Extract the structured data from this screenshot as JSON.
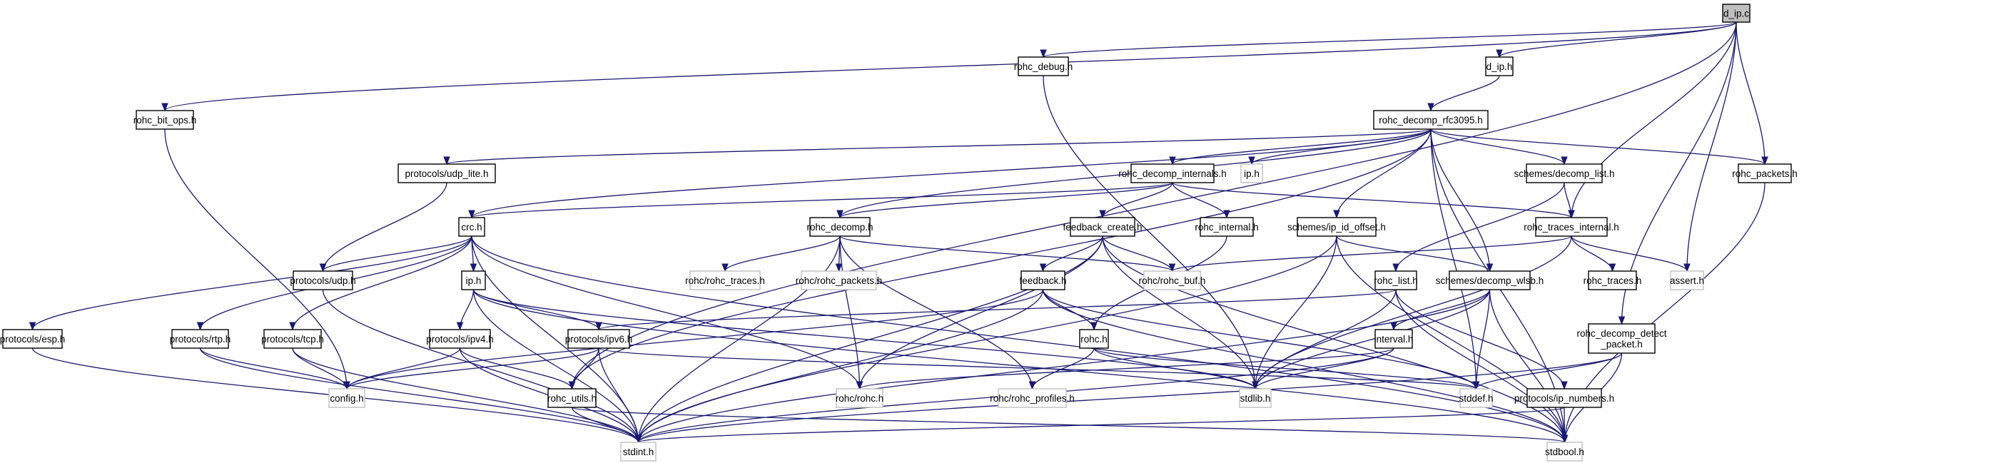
{
  "title": "d_ip.c include dependency graph",
  "colors": {
    "edge": "#191970",
    "root_fill": "#bfbfbf",
    "local_border": "#000000",
    "external_border": "#bfbfbf"
  },
  "nodes": [
    {
      "id": "d_ip_c",
      "label": "d_ip.c",
      "kind": "root"
    },
    {
      "id": "rohc_bit_ops_h",
      "label": "rohc_bit_ops.h",
      "kind": "local"
    },
    {
      "id": "rohc_debug_h",
      "label": "rohc_debug.h",
      "kind": "local"
    },
    {
      "id": "d_ip_h",
      "label": "d_ip.h",
      "kind": "local"
    },
    {
      "id": "rohc_decomp_rfc3095_h",
      "label": "rohc_decomp_rfc3095.h",
      "kind": "local"
    },
    {
      "id": "protocols_udp_lite_h",
      "label": "protocols/udp_lite.h",
      "kind": "local"
    },
    {
      "id": "rohc_decomp_internals_h",
      "label": "rohc_decomp_internals.h",
      "kind": "local"
    },
    {
      "id": "ip_h_ext",
      "label": "ip.h",
      "kind": "external"
    },
    {
      "id": "schemes_decomp_list_h",
      "label": "schemes/decomp_list.h",
      "kind": "local"
    },
    {
      "id": "rohc_packets_h",
      "label": "rohc_packets.h",
      "kind": "local"
    },
    {
      "id": "crc_h",
      "label": "crc.h",
      "kind": "local"
    },
    {
      "id": "rohc_decomp_h",
      "label": "rohc_decomp.h",
      "kind": "local"
    },
    {
      "id": "feedback_create_h",
      "label": "feedback_create.h",
      "kind": "local"
    },
    {
      "id": "rohc_internal_h",
      "label": "rohc_internal.h",
      "kind": "local"
    },
    {
      "id": "schemes_ip_id_offset_h",
      "label": "schemes/ip_id_offset.h",
      "kind": "local"
    },
    {
      "id": "rohc_traces_internal_h",
      "label": "rohc_traces_internal.h",
      "kind": "local"
    },
    {
      "id": "protocols_udp_h",
      "label": "protocols/udp.h",
      "kind": "local"
    },
    {
      "id": "ip_h",
      "label": "ip.h",
      "kind": "local"
    },
    {
      "id": "rohc_rohc_traces_h",
      "label": "rohc/rohc_traces.h",
      "kind": "external"
    },
    {
      "id": "rohc_rohc_packets_h",
      "label": "rohc/rohc_packets.h",
      "kind": "external"
    },
    {
      "id": "feedback_h",
      "label": "feedback.h",
      "kind": "local"
    },
    {
      "id": "rohc_rohc_buf_h",
      "label": "rohc/rohc_buf.h",
      "kind": "external"
    },
    {
      "id": "rohc_list_h",
      "label": "rohc_list.h",
      "kind": "local"
    },
    {
      "id": "schemes_decomp_wlsb_h",
      "label": "schemes/decomp_wlsb.h",
      "kind": "local"
    },
    {
      "id": "rohc_traces_h",
      "label": "rohc_traces.h",
      "kind": "local"
    },
    {
      "id": "assert_h",
      "label": "assert.h",
      "kind": "external"
    },
    {
      "id": "protocols_esp_h",
      "label": "protocols/esp.h",
      "kind": "local"
    },
    {
      "id": "protocols_rtp_h",
      "label": "protocols/rtp.h",
      "kind": "local"
    },
    {
      "id": "protocols_tcp_h",
      "label": "protocols/tcp.h",
      "kind": "local"
    },
    {
      "id": "protocols_ipv4_h",
      "label": "protocols/ipv4.h",
      "kind": "local"
    },
    {
      "id": "protocols_ipv6_h",
      "label": "protocols/ipv6.h",
      "kind": "local"
    },
    {
      "id": "rohc_h",
      "label": "rohc.h",
      "kind": "local"
    },
    {
      "id": "interval_h",
      "label": "interval.h",
      "kind": "local"
    },
    {
      "id": "rohc_decomp_detect_packet_h",
      "label": "rohc_decomp_detect\n_packet.h",
      "kind": "local"
    },
    {
      "id": "config_h",
      "label": "config.h",
      "kind": "external"
    },
    {
      "id": "rohc_utils_h",
      "label": "rohc_utils.h",
      "kind": "local"
    },
    {
      "id": "rohc_rohc_h",
      "label": "rohc/rohc.h",
      "kind": "external"
    },
    {
      "id": "rohc_rohc_profiles_h",
      "label": "rohc/rohc_profiles.h",
      "kind": "external"
    },
    {
      "id": "stdlib_h",
      "label": "stdlib.h",
      "kind": "external"
    },
    {
      "id": "stddef_h",
      "label": "stddef.h",
      "kind": "external"
    },
    {
      "id": "protocols_ip_numbers_h",
      "label": "protocols/ip_numbers.h",
      "kind": "local"
    },
    {
      "id": "stdint_h",
      "label": "stdint.h",
      "kind": "external"
    },
    {
      "id": "stdbool_h",
      "label": "stdbool.h",
      "kind": "external"
    }
  ],
  "edges": [
    [
      "d_ip_c",
      "rohc_bit_ops_h"
    ],
    [
      "d_ip_c",
      "rohc_debug_h"
    ],
    [
      "d_ip_c",
      "d_ip_h"
    ],
    [
      "d_ip_c",
      "rohc_traces_internal_h"
    ],
    [
      "d_ip_c",
      "rohc_packets_h"
    ],
    [
      "d_ip_c",
      "assert_h"
    ],
    [
      "d_ip_c",
      "rohc_decomp_detect_packet_h"
    ],
    [
      "d_ip_c",
      "rohc_utils_h"
    ],
    [
      "rohc_bit_ops_h",
      "config_h"
    ],
    [
      "rohc_debug_h",
      "stdlib_h"
    ],
    [
      "d_ip_h",
      "rohc_decomp_rfc3095_h"
    ],
    [
      "rohc_decomp_rfc3095_h",
      "protocols_udp_lite_h"
    ],
    [
      "rohc_decomp_rfc3095_h",
      "crc_h"
    ],
    [
      "rohc_decomp_rfc3095_h",
      "rohc_decomp_h"
    ],
    [
      "rohc_decomp_rfc3095_h",
      "rohc_decomp_internals_h"
    ],
    [
      "rohc_decomp_rfc3095_h",
      "ip_h_ext"
    ],
    [
      "rohc_decomp_rfc3095_h",
      "schemes_ip_id_offset_h"
    ],
    [
      "rohc_decomp_rfc3095_h",
      "schemes_decomp_list_h"
    ],
    [
      "rohc_decomp_rfc3095_h",
      "schemes_decomp_wlsb_h"
    ],
    [
      "rohc_decomp_rfc3095_h",
      "rohc_packets_h"
    ],
    [
      "rohc_decomp_rfc3095_h",
      "rohc_utils_h"
    ],
    [
      "rohc_decomp_rfc3095_h",
      "stddef_h"
    ],
    [
      "rohc_decomp_rfc3095_h",
      "stdbool_h"
    ],
    [
      "protocols_udp_lite_h",
      "protocols_udp_h"
    ],
    [
      "rohc_decomp_internals_h",
      "crc_h"
    ],
    [
      "rohc_decomp_internals_h",
      "rohc_decomp_h"
    ],
    [
      "rohc_decomp_internals_h",
      "feedback_create_h"
    ],
    [
      "rohc_decomp_internals_h",
      "rohc_internal_h"
    ],
    [
      "rohc_decomp_internals_h",
      "rohc_traces_internal_h"
    ],
    [
      "schemes_decomp_list_h",
      "rohc_traces_internal_h"
    ],
    [
      "schemes_decomp_list_h",
      "rohc_list_h"
    ],
    [
      "rohc_packets_h",
      "stdbool_h"
    ],
    [
      "crc_h",
      "protocols_udp_h"
    ],
    [
      "crc_h",
      "ip_h"
    ],
    [
      "crc_h",
      "protocols_esp_h"
    ],
    [
      "crc_h",
      "protocols_rtp_h"
    ],
    [
      "crc_h",
      "protocols_tcp_h"
    ],
    [
      "crc_h",
      "stdint_h"
    ],
    [
      "crc_h",
      "stdbool_h"
    ],
    [
      "crc_h",
      "rohc_rohc_h"
    ],
    [
      "rohc_decomp_h",
      "rohc_rohc_traces_h"
    ],
    [
      "rohc_decomp_h",
      "rohc_rohc_packets_h"
    ],
    [
      "rohc_decomp_h",
      "rohc_rohc_buf_h"
    ],
    [
      "rohc_decomp_h",
      "rohc_rohc_h"
    ],
    [
      "rohc_decomp_h",
      "rohc_rohc_profiles_h"
    ],
    [
      "rohc_decomp_h",
      "stdint_h"
    ],
    [
      "feedback_create_h",
      "feedback_h"
    ],
    [
      "feedback_create_h",
      "rohc_rohc_buf_h"
    ],
    [
      "feedback_create_h",
      "stdlib_h"
    ],
    [
      "feedback_create_h",
      "stdint_h"
    ],
    [
      "feedback_create_h",
      "stdbool_h"
    ],
    [
      "feedback_create_h",
      "rohc_rohc_h"
    ],
    [
      "rohc_internal_h",
      "rohc_h"
    ],
    [
      "schemes_ip_id_offset_h",
      "schemes_decomp_wlsb_h"
    ],
    [
      "schemes_ip_id_offset_h",
      "stdlib_h"
    ],
    [
      "schemes_ip_id_offset_h",
      "stdint_h"
    ],
    [
      "schemes_ip_id_offset_h",
      "stdbool_h"
    ],
    [
      "rohc_traces_internal_h",
      "rohc_traces_h"
    ],
    [
      "rohc_traces_internal_h",
      "assert_h"
    ],
    [
      "rohc_traces_internal_h",
      "rohc_rohc_buf_h"
    ],
    [
      "rohc_traces_internal_h",
      "stdlib_h"
    ],
    [
      "protocols_udp_h",
      "stdint_h"
    ],
    [
      "ip_h",
      "protocols_ipv4_h"
    ],
    [
      "ip_h",
      "protocols_ipv6_h"
    ],
    [
      "ip_h",
      "stdint_h"
    ],
    [
      "ip_h",
      "stdbool_h"
    ],
    [
      "ip_h",
      "stdlib_h"
    ],
    [
      "feedback_h",
      "rohc_h"
    ],
    [
      "feedback_h",
      "config_h"
    ],
    [
      "feedback_h",
      "stdint_h"
    ],
    [
      "feedback_h",
      "stdbool_h"
    ],
    [
      "feedback_h",
      "stddef_h"
    ],
    [
      "rohc_list_h",
      "protocols_ipv6_h"
    ],
    [
      "rohc_list_h",
      "protocols_ip_numbers_h"
    ],
    [
      "rohc_list_h",
      "stdlib_h"
    ],
    [
      "rohc_list_h",
      "stdbool_h"
    ],
    [
      "schemes_decomp_wlsb_h",
      "interval_h"
    ],
    [
      "schemes_decomp_wlsb_h",
      "stdlib_h"
    ],
    [
      "schemes_decomp_wlsb_h",
      "stddef_h"
    ],
    [
      "schemes_decomp_wlsb_h",
      "stdint_h"
    ],
    [
      "schemes_decomp_wlsb_h",
      "stdbool_h"
    ],
    [
      "protocols_esp_h",
      "stdint_h"
    ],
    [
      "protocols_rtp_h",
      "config_h"
    ],
    [
      "protocols_rtp_h",
      "stdint_h"
    ],
    [
      "protocols_tcp_h",
      "config_h"
    ],
    [
      "protocols_tcp_h",
      "stdint_h"
    ],
    [
      "protocols_ipv4_h",
      "config_h"
    ],
    [
      "protocols_ipv4_h",
      "rohc_utils_h"
    ],
    [
      "protocols_ipv4_h",
      "stdint_h"
    ],
    [
      "protocols_ipv6_h",
      "config_h"
    ],
    [
      "protocols_ipv6_h",
      "rohc_utils_h"
    ],
    [
      "protocols_ipv6_h",
      "stdint_h"
    ],
    [
      "protocols_ipv6_h",
      "stddef_h"
    ],
    [
      "rohc_h",
      "rohc_rohc_profiles_h"
    ],
    [
      "rohc_h",
      "stdlib_h"
    ],
    [
      "rohc_h",
      "stddef_h"
    ],
    [
      "interval_h",
      "rohc_rohc_h"
    ],
    [
      "interval_h",
      "stdlib_h"
    ],
    [
      "interval_h",
      "stdint_h"
    ],
    [
      "rohc_decomp_detect_packet_h",
      "stddef_h"
    ],
    [
      "rohc_decomp_detect_packet_h",
      "stdint_h"
    ],
    [
      "rohc_decomp_detect_packet_h",
      "stdbool_h"
    ],
    [
      "rohc_utils_h",
      "stdint_h"
    ],
    [
      "rohc_utils_h",
      "stdbool_h"
    ],
    [
      "protocols_ip_numbers_h",
      "stdbool_h"
    ],
    [
      "protocols_ip_numbers_h",
      "stdint_h"
    ]
  ]
}
